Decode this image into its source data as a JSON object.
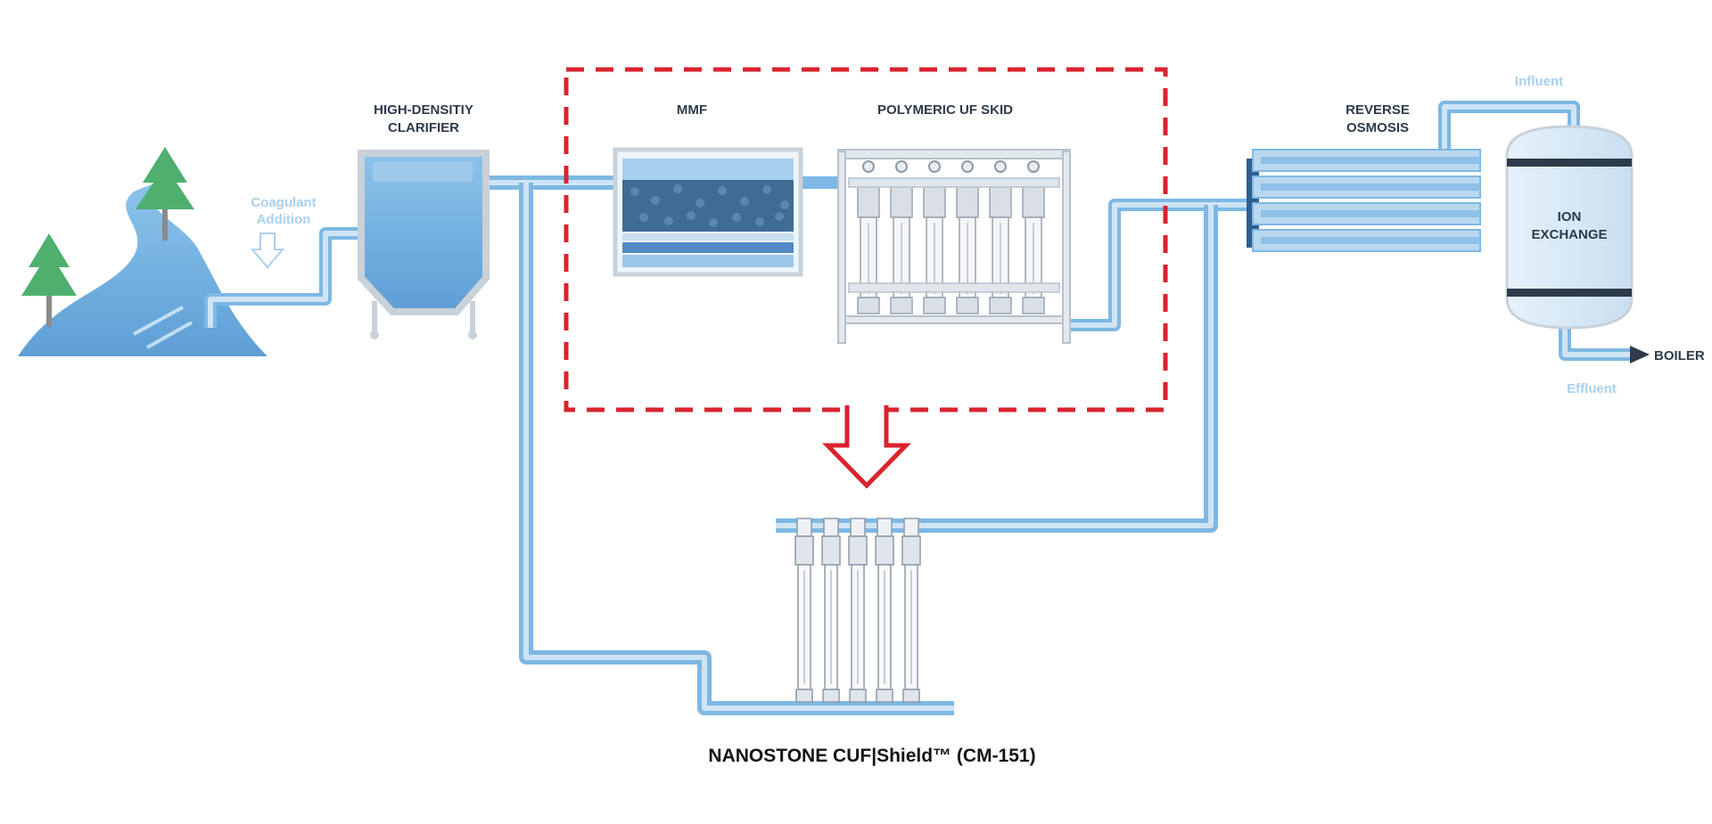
{
  "labels": {
    "coagulant": [
      "Coagulant",
      "Addition"
    ],
    "clarifier": [
      "HIGH-DENSITIY",
      "CLARIFIER"
    ],
    "mmf": "MMF",
    "uf_skid": "POLYMERIC UF SKID",
    "ro": [
      "REVERSE",
      "OSMOSIS"
    ],
    "ion_exchange": [
      "ION",
      "EXCHANGE"
    ],
    "influent": "Influent",
    "effluent": "Effluent",
    "boiler": "BOILER",
    "caption": "NANOSTONE CUF|Shield™ (CM-151)"
  },
  "colors": {
    "pipe": "#7db8e4",
    "pipe_light": "#cfe4f5",
    "water": "#6aace0",
    "highlight_box": "#d9232e",
    "tree": "#4fb06e",
    "label": "#2e3b4a",
    "label_light": "#a9d0ee"
  }
}
